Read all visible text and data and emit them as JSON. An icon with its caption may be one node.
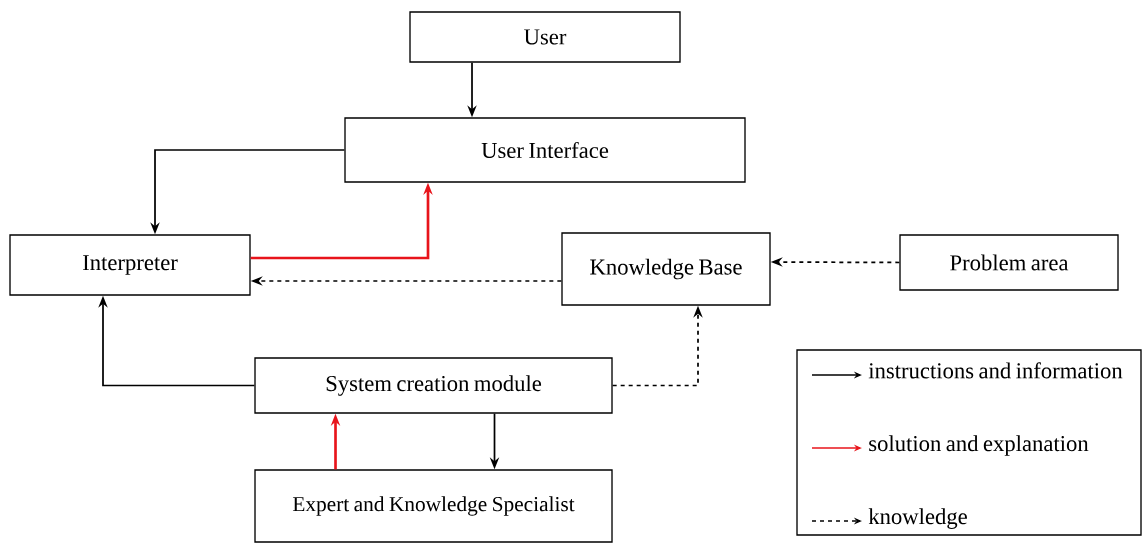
{
  "diagram": {
    "nodes": [
      {
        "text": [
          "User"
        ]
      },
      {
        "text": [
          "User Interface"
        ]
      },
      {
        "text": [
          "Interpreter"
        ]
      },
      {
        "text": [
          "Knowledge Base"
        ]
      },
      {
        "text": [
          "Problem area"
        ]
      },
      {
        "text": [
          "System creation module"
        ]
      },
      {
        "text": [
          "Expert and Knowledge Specialist"
        ]
      }
    ],
    "edges": [
      {
        "from": 0,
        "to": 1,
        "arrow": "to"
      },
      {
        "from": 1,
        "to": 2,
        "arrow": "to"
      },
      {
        "from": 2,
        "to": 1,
        "arrow": "to",
        "color": "#e8141b"
      },
      {
        "from": 3,
        "to": 2,
        "arrow": "to",
        "style": "dashed"
      },
      {
        "from": 4,
        "to": 3,
        "arrow": "to",
        "style": "dashed"
      },
      {
        "from": 5,
        "to": 2,
        "arrow": "to"
      },
      {
        "from": 5,
        "to": 3,
        "arrow": "to",
        "style": "dashed"
      },
      {
        "from": 5,
        "to": 6,
        "arrow": "to"
      },
      {
        "from": 6,
        "to": 5,
        "arrow": "to",
        "color": "#e8141b"
      }
    ],
    "legend": [
      {
        "text": "instructions and information"
      },
      {
        "text": "solution and explanation"
      },
      {
        "text": "knowledge"
      }
    ]
  }
}
